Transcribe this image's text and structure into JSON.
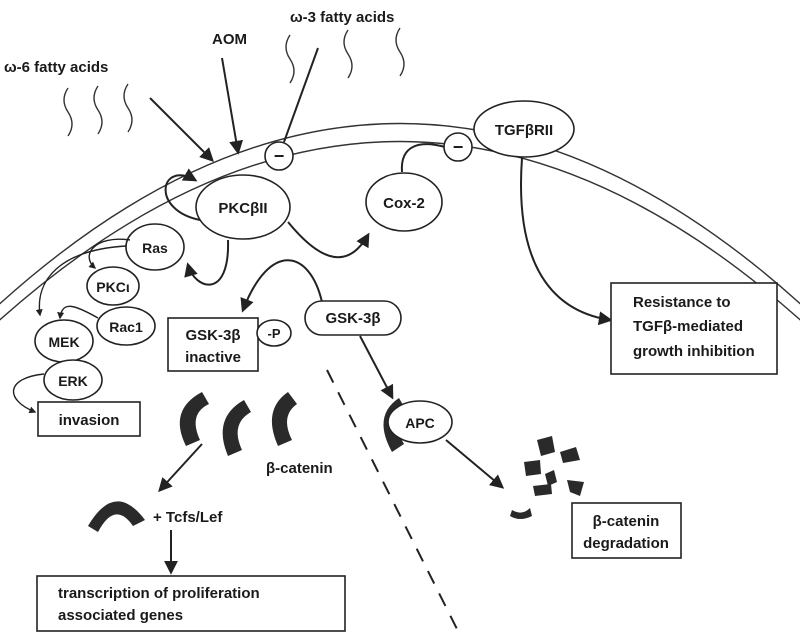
{
  "labels": {
    "aom": "AOM",
    "omega3": "ω-3 fatty acids",
    "omega6": "ω-6 fatty acids"
  },
  "nodes": {
    "pkcbii": "PKCβII",
    "cox2": "Cox-2",
    "tgfbrii": "TGFβRII",
    "ras": "Ras",
    "pkciota": "PKCι",
    "rac1": "Rac1",
    "mek": "MEK",
    "erk": "ERK",
    "gsk3b_active": "GSK-3β",
    "phospho": "-P",
    "apc": "APC"
  },
  "inhibit_symbol": "−",
  "boxes": {
    "resistance": [
      "Resistance to",
      "TGFβ-mediated",
      "growth inhibition"
    ],
    "gsk3b_inactive": [
      "GSK-3β",
      "inactive"
    ],
    "invasion": "invasion",
    "transcription": [
      "transcription of proliferation",
      "associated genes"
    ],
    "degradation": [
      "β-catenin",
      "degradation"
    ]
  },
  "beta_catenin_label": "β-catenin",
  "tcf_label": "+ Tcfs/Lef"
}
